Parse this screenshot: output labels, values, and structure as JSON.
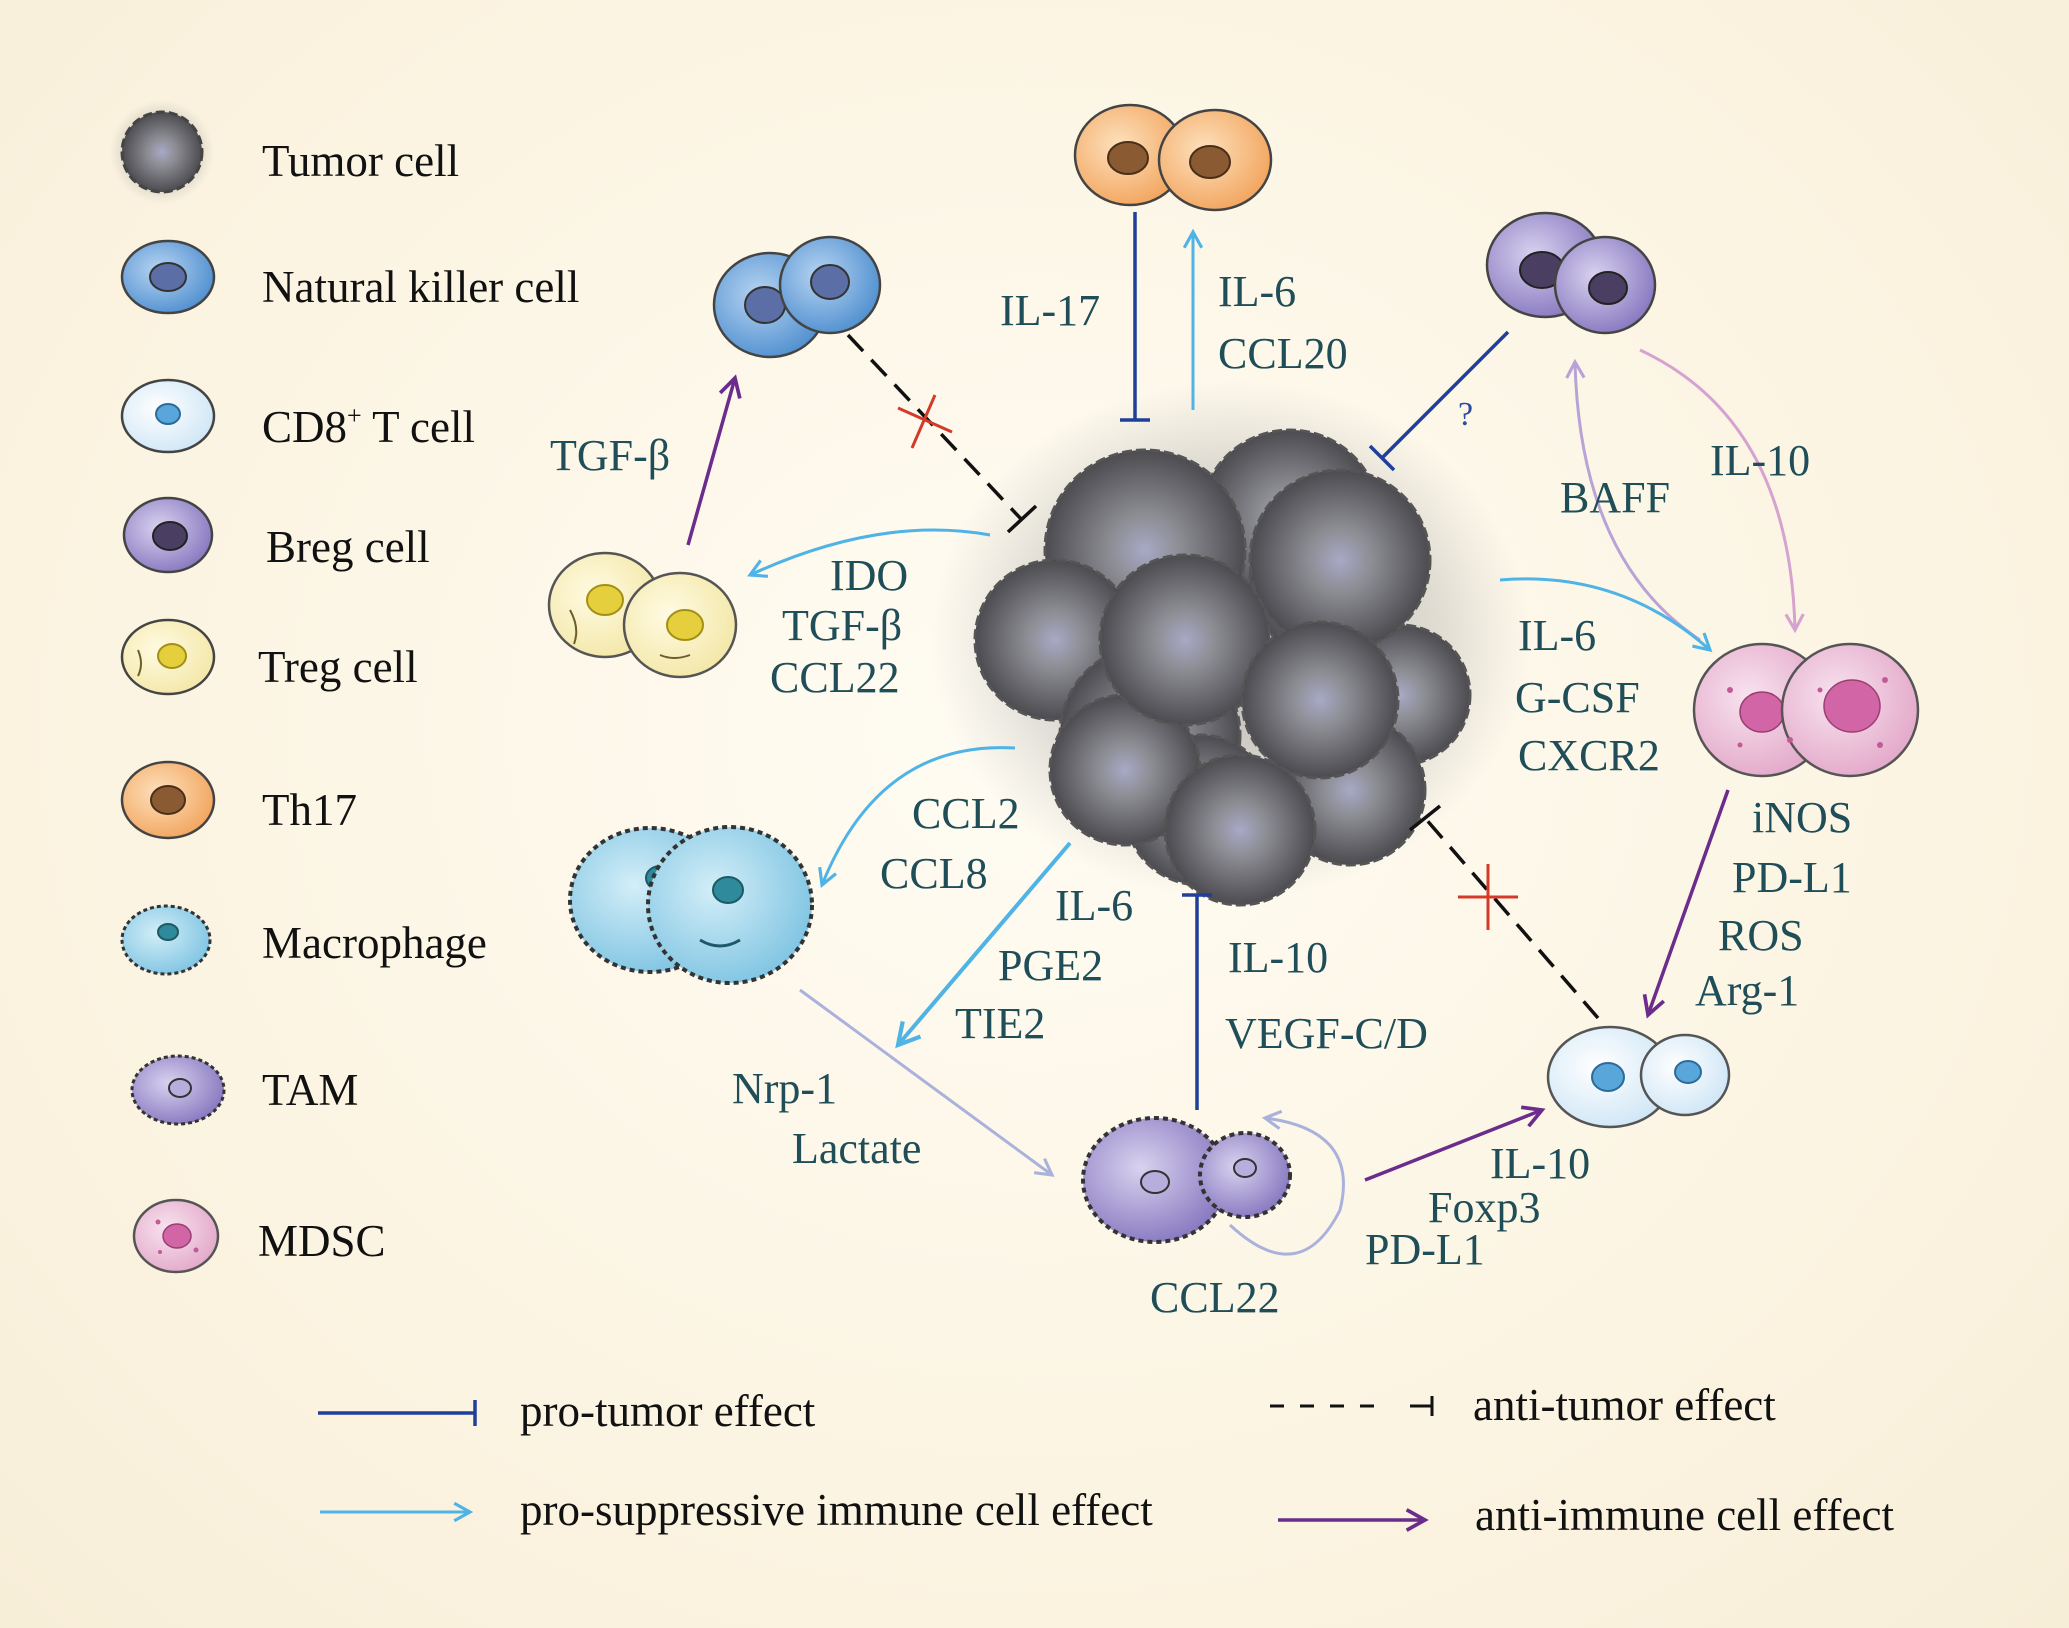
{
  "legend": {
    "tumor": "Tumor cell",
    "nk": "Natural killer cell",
    "cd8_prefix": "CD8",
    "cd8_sup": "+",
    "cd8_suffix": " T cell",
    "breg": "Breg cell",
    "treg": "Treg cell",
    "th17": "Th17",
    "macrophage": "Macrophage",
    "tam": "TAM",
    "mdsc": "MDSC"
  },
  "labels": {
    "il17": "IL-17",
    "il6_th17": "IL-6",
    "ccl20": "CCL20",
    "question": "?",
    "tgfb_treg": "TGF-β",
    "ido": "IDO",
    "tgfb_tumor": "TGF-β",
    "ccl22_tumor": "CCL22",
    "baff": "BAFF",
    "il10_breg": "IL-10",
    "il6_mdsc": "IL-6",
    "gcsf": "G-CSF",
    "cxcr2": "CXCR2",
    "inos": "iNOS",
    "pdl1_mdsc": "PD-L1",
    "ros": "ROS",
    "arg1": "Arg-1",
    "ccl2": "CCL2",
    "ccl8": "CCL8",
    "il6_tam": "IL-6",
    "pge2": "PGE2",
    "tie2": "TIE2",
    "il10_tam": "IL-10",
    "vegf": "VEGF-C/D",
    "nrp1": "Nrp-1",
    "lactate": "Lactate",
    "ccl22_tam": "CCL22",
    "il10_cd8": "IL-10",
    "foxp3": "Foxp3",
    "pdl1_tam": "PD-L1"
  },
  "key": {
    "pro_tumor": "pro-tumor effect",
    "anti_tumor": "anti-tumor effect",
    "pro_suppressive": "pro-suppressive immune cell effect",
    "anti_immune": "anti-immune cell effect"
  },
  "colors": {
    "pro_tumor": "#1f3f9a",
    "pro_suppressive": "#4fb3e6",
    "anti_immune": "#6b2c8c",
    "inhibit_x": "#d33a2a",
    "label_text": "#1f4e58"
  }
}
